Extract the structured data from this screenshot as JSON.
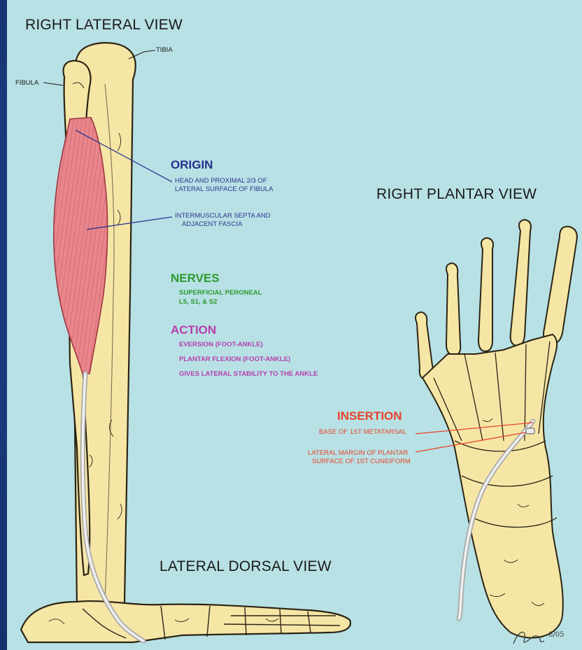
{
  "views": {
    "right_lateral": "RIGHT LATERAL VIEW",
    "right_plantar": "RIGHT PLANTAR VIEW",
    "lateral_dorsal": "LATERAL DORSAL VIEW"
  },
  "bones": {
    "tibia": "TIBIA",
    "fibula": "FIBULA"
  },
  "origin": {
    "heading": "ORIGIN",
    "items": [
      "HEAD AND PROXIMAL 2/3 OF",
      "LATERAL SURFACE OF FIBULA",
      "INTERMUSCULAR SEPTA AND",
      "ADJACENT FASCIA"
    ]
  },
  "nerves": {
    "heading": "NERVES",
    "items": [
      "SUPERFICIAL PERONEAL",
      "L5, S1, & S2"
    ]
  },
  "action": {
    "heading": "ACTION",
    "items": [
      "EVERSION (FOOT-ANKLE)",
      "PLANTAR FLEXION (FOOT-ANKLE)",
      "GIVES LATERAL STABILITY TO THE ANKLE"
    ]
  },
  "insertion": {
    "heading": "INSERTION",
    "items": [
      "BASE OF 1ST METATARSAL",
      "LATERAL MARGIN OF PLANTAR",
      "SURFACE OF 1ST CUNEIFORM"
    ]
  },
  "signature": {
    "text": "6/05"
  },
  "colors": {
    "background": "#1d3f86",
    "panel": "#b8e1e5",
    "bone": "#f6e6a6",
    "bone_outline": "#2a2414",
    "muscle": "#e9868c",
    "tendon": "#d6d6d6",
    "origin": "#27308c",
    "nerves": "#2c9a2e",
    "action": "#b63fae",
    "insertion": "#e8442a"
  }
}
